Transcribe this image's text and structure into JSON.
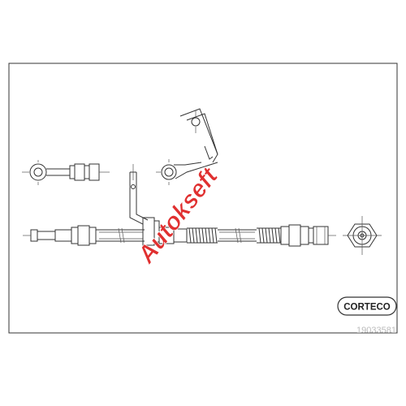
{
  "brand": {
    "logo_text": "CORTECO",
    "part_number": "19033581"
  },
  "watermark": {
    "text": "Autokseft",
    "color": "#e03030"
  },
  "colors": {
    "line": "#333333",
    "background": "#ffffff"
  }
}
